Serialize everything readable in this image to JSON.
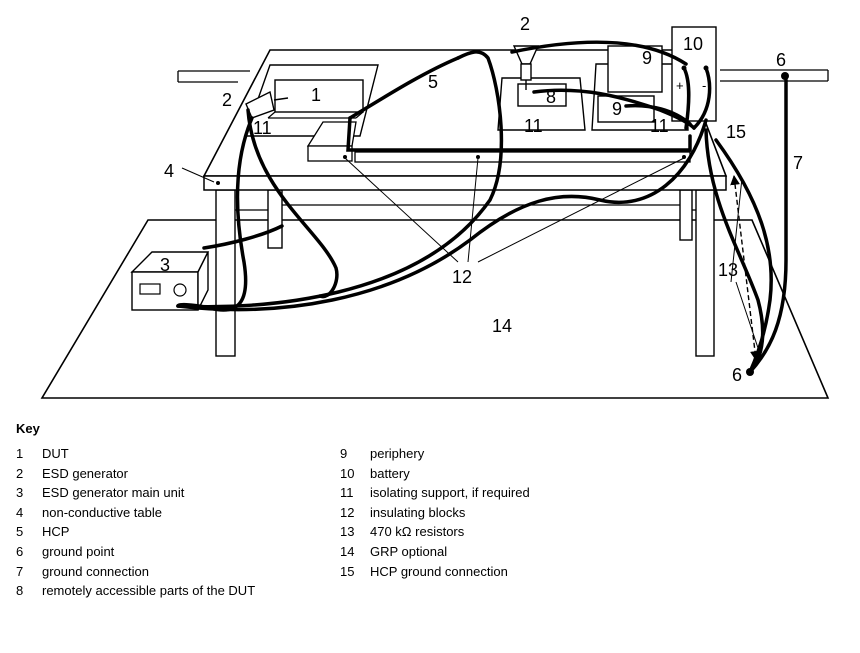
{
  "diagram": {
    "callouts": {
      "dut": "1",
      "esd_generator_left": "2",
      "esd_generator_top": "2",
      "esd_main_unit": "3",
      "table": "4",
      "hcp": "5",
      "ground_point_top": "6",
      "ground_point_bottom": "6",
      "ground_connection": "7",
      "remote_parts": "8",
      "periphery_upper": "9",
      "periphery_lower": "9",
      "battery": "10",
      "support_left": "11",
      "support_mid": "11",
      "support_right": "11",
      "insulating_blocks": "12",
      "resistors": "13",
      "grp": "14",
      "hcp_ground": "15",
      "battery_plus": "+",
      "battery_minus": "-"
    }
  },
  "key": {
    "title": "Key",
    "left": [
      {
        "num": "1",
        "label": "DUT"
      },
      {
        "num": "2",
        "label": "ESD generator"
      },
      {
        "num": "3",
        "label": "ESD generator main unit"
      },
      {
        "num": "4",
        "label": "non-conductive table"
      },
      {
        "num": "5",
        "label": "HCP"
      },
      {
        "num": "6",
        "label": "ground point"
      },
      {
        "num": "7",
        "label": "ground connection"
      },
      {
        "num": "8",
        "label": "remotely accessible parts of the DUT"
      }
    ],
    "right": [
      {
        "num": "9",
        "label": "periphery"
      },
      {
        "num": "10",
        "label": "battery"
      },
      {
        "num": "11",
        "label": "isolating support, if required"
      },
      {
        "num": "12",
        "label": "insulating blocks"
      },
      {
        "num": "13",
        "label": "470 kΩ resistors"
      },
      {
        "num": "14",
        "label": "GRP optional"
      },
      {
        "num": "15",
        "label": "HCP ground connection"
      }
    ]
  }
}
